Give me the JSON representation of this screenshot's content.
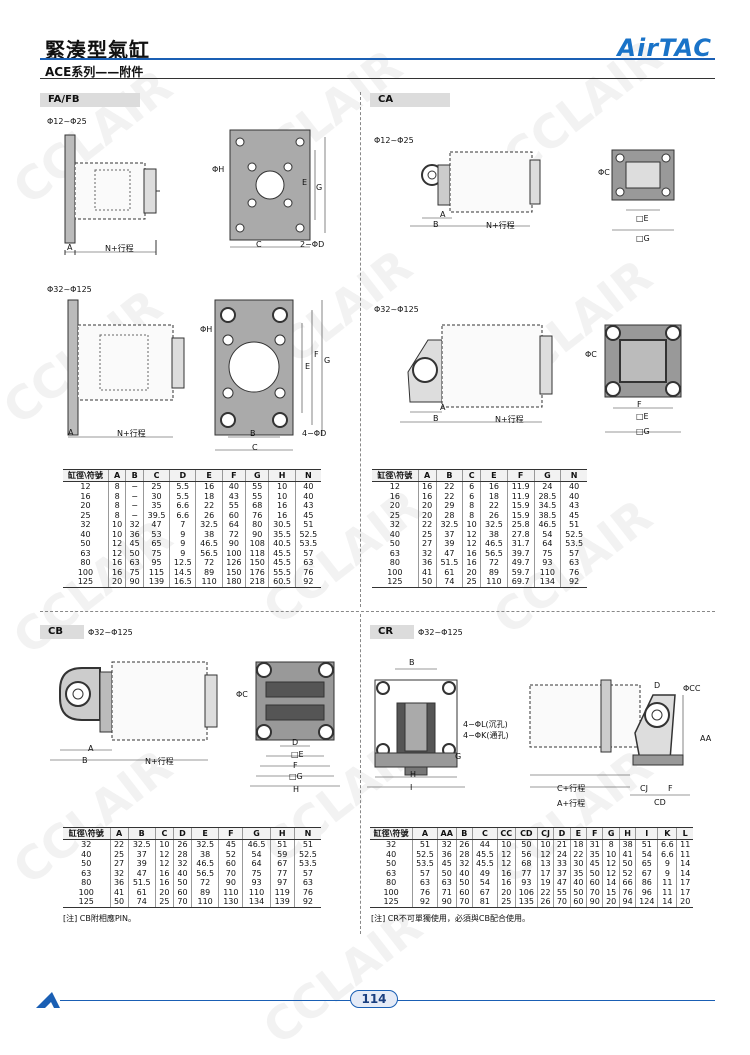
{
  "header": {
    "title": "緊湊型氣缸",
    "subtitle": "ACE系列——附件",
    "logo": "AirTAC"
  },
  "watermark": "CCLAIR",
  "page_number": "114",
  "sections": {
    "fafb": {
      "tag": "FA/FB",
      "range_small": "Φ12~Φ25",
      "range_large": "Φ32~Φ125",
      "labels": {
        "a": "A",
        "stroke": "N+行程",
        "h": "ΦH",
        "c": "C",
        "d": "2−ΦD",
        "d4": "4−ΦD",
        "b": "B",
        "e": "E",
        "f": "F",
        "g": "G"
      },
      "table": {
        "headers": [
          "缸徑\\符號",
          "A",
          "B",
          "C",
          "D",
          "E",
          "F",
          "G",
          "H",
          "N"
        ],
        "rows": [
          [
            "12",
            "8",
            "−",
            "25",
            "5.5",
            "16",
            "40",
            "55",
            "10",
            "40"
          ],
          [
            "16",
            "8",
            "−",
            "30",
            "5.5",
            "18",
            "43",
            "55",
            "10",
            "40"
          ],
          [
            "20",
            "8",
            "−",
            "35",
            "6.6",
            "22",
            "55",
            "68",
            "16",
            "43"
          ],
          [
            "25",
            "8",
            "−",
            "39.5",
            "6.6",
            "26",
            "60",
            "76",
            "16",
            "45"
          ],
          [
            "32",
            "10",
            "32",
            "47",
            "7",
            "32.5",
            "64",
            "80",
            "30.5",
            "51"
          ],
          [
            "40",
            "10",
            "36",
            "53",
            "9",
            "38",
            "72",
            "90",
            "35.5",
            "52.5"
          ],
          [
            "50",
            "12",
            "45",
            "65",
            "9",
            "46.5",
            "90",
            "108",
            "40.5",
            "53.5"
          ],
          [
            "63",
            "12",
            "50",
            "75",
            "9",
            "56.5",
            "100",
            "118",
            "45.5",
            "57"
          ],
          [
            "80",
            "16",
            "63",
            "95",
            "12.5",
            "72",
            "126",
            "150",
            "45.5",
            "63"
          ],
          [
            "100",
            "16",
            "75",
            "115",
            "14.5",
            "89",
            "150",
            "176",
            "55.5",
            "76"
          ],
          [
            "125",
            "20",
            "90",
            "139",
            "16.5",
            "110",
            "180",
            "218",
            "60.5",
            "92"
          ]
        ]
      }
    },
    "ca": {
      "tag": "CA",
      "range_small": "Φ12~Φ25",
      "range_large": "Φ32~Φ125",
      "labels": {
        "a": "A",
        "b": "B",
        "stroke": "N+行程",
        "c": "ΦC",
        "e": "□E",
        "g": "□G",
        "f": "F"
      },
      "table": {
        "headers": [
          "缸徑\\符號",
          "A",
          "B",
          "C",
          "E",
          "F",
          "G",
          "N"
        ],
        "rows": [
          [
            "12",
            "16",
            "22",
            "6",
            "16",
            "11.9",
            "24",
            "40"
          ],
          [
            "16",
            "16",
            "22",
            "6",
            "18",
            "11.9",
            "28.5",
            "40"
          ],
          [
            "20",
            "20",
            "29",
            "8",
            "22",
            "15.9",
            "34.5",
            "43"
          ],
          [
            "25",
            "20",
            "28",
            "8",
            "26",
            "15.9",
            "38.5",
            "45"
          ],
          [
            "32",
            "22",
            "32.5",
            "10",
            "32.5",
            "25.8",
            "46.5",
            "51"
          ],
          [
            "40",
            "25",
            "37",
            "12",
            "38",
            "27.8",
            "54",
            "52.5"
          ],
          [
            "50",
            "27",
            "39",
            "12",
            "46.5",
            "31.7",
            "64",
            "53.5"
          ],
          [
            "63",
            "32",
            "47",
            "16",
            "56.5",
            "39.7",
            "75",
            "57"
          ],
          [
            "80",
            "36",
            "51.5",
            "16",
            "72",
            "49.7",
            "93",
            "63"
          ],
          [
            "100",
            "41",
            "61",
            "20",
            "89",
            "59.7",
            "110",
            "76"
          ],
          [
            "125",
            "50",
            "74",
            "25",
            "110",
            "69.7",
            "134",
            "92"
          ]
        ]
      }
    },
    "cb": {
      "tag": "CB",
      "range": "Φ32~Φ125",
      "labels": {
        "a": "A",
        "b": "B",
        "stroke": "N+行程",
        "c": "ΦC",
        "d": "D",
        "e": "□E",
        "f": "F",
        "g": "□G",
        "h": "H"
      },
      "table": {
        "headers": [
          "缸徑\\符號",
          "A",
          "B",
          "C",
          "D",
          "E",
          "F",
          "G",
          "H",
          "N"
        ],
        "rows": [
          [
            "32",
            "22",
            "32.5",
            "10",
            "26",
            "32.5",
            "45",
            "46.5",
            "51",
            "51"
          ],
          [
            "40",
            "25",
            "37",
            "12",
            "28",
            "38",
            "52",
            "54",
            "59",
            "52.5"
          ],
          [
            "50",
            "27",
            "39",
            "12",
            "32",
            "46.5",
            "60",
            "64",
            "67",
            "53.5"
          ],
          [
            "63",
            "32",
            "47",
            "16",
            "40",
            "56.5",
            "70",
            "75",
            "77",
            "57"
          ],
          [
            "80",
            "36",
            "51.5",
            "16",
            "50",
            "72",
            "90",
            "93",
            "97",
            "63"
          ],
          [
            "100",
            "41",
            "61",
            "20",
            "60",
            "89",
            "110",
            "110",
            "119",
            "76"
          ],
          [
            "125",
            "50",
            "74",
            "25",
            "70",
            "110",
            "130",
            "134",
            "139",
            "92"
          ]
        ]
      },
      "note": "[注] CB附相應PIN。"
    },
    "cr": {
      "tag": "CR",
      "range": "Φ32~Φ125",
      "labels": {
        "b": "B",
        "l4": "4−ΦL(沉孔)",
        "k4": "4−ΦK(通孔)",
        "g": "G",
        "h": "H",
        "i": "I",
        "cc": "ΦCC",
        "d": "D",
        "aa": "AA",
        "c_stroke": "C+行程",
        "a_stroke": "A+行程",
        "cj": "CJ",
        "f": "F",
        "cd": "CD"
      },
      "table": {
        "headers": [
          "缸徑\\符號",
          "A",
          "AA",
          "B",
          "C",
          "CC",
          "CD",
          "CJ",
          "D",
          "E",
          "F",
          "G",
          "H",
          "I",
          "K",
          "L"
        ],
        "rows": [
          [
            "32",
            "51",
            "32",
            "26",
            "44",
            "10",
            "50",
            "10",
            "21",
            "18",
            "31",
            "8",
            "38",
            "51",
            "6.6",
            "11"
          ],
          [
            "40",
            "52.5",
            "36",
            "28",
            "45.5",
            "12",
            "56",
            "12",
            "24",
            "22",
            "35",
            "10",
            "41",
            "54",
            "6.6",
            "11"
          ],
          [
            "50",
            "53.5",
            "45",
            "32",
            "45.5",
            "12",
            "68",
            "13",
            "33",
            "30",
            "45",
            "12",
            "50",
            "65",
            "9",
            "14"
          ],
          [
            "63",
            "57",
            "50",
            "40",
            "49",
            "16",
            "77",
            "17",
            "37",
            "35",
            "50",
            "12",
            "52",
            "67",
            "9",
            "14"
          ],
          [
            "80",
            "63",
            "63",
            "50",
            "54",
            "16",
            "93",
            "19",
            "47",
            "40",
            "60",
            "14",
            "66",
            "86",
            "11",
            "17"
          ],
          [
            "100",
            "76",
            "71",
            "60",
            "67",
            "20",
            "106",
            "22",
            "55",
            "50",
            "70",
            "15",
            "76",
            "96",
            "11",
            "17"
          ],
          [
            "125",
            "92",
            "90",
            "70",
            "81",
            "25",
            "135",
            "26",
            "70",
            "60",
            "90",
            "20",
            "94",
            "124",
            "14",
            "20"
          ]
        ]
      },
      "note": "[注] CR不可單獨使用，必須與CB配合使用。"
    }
  }
}
